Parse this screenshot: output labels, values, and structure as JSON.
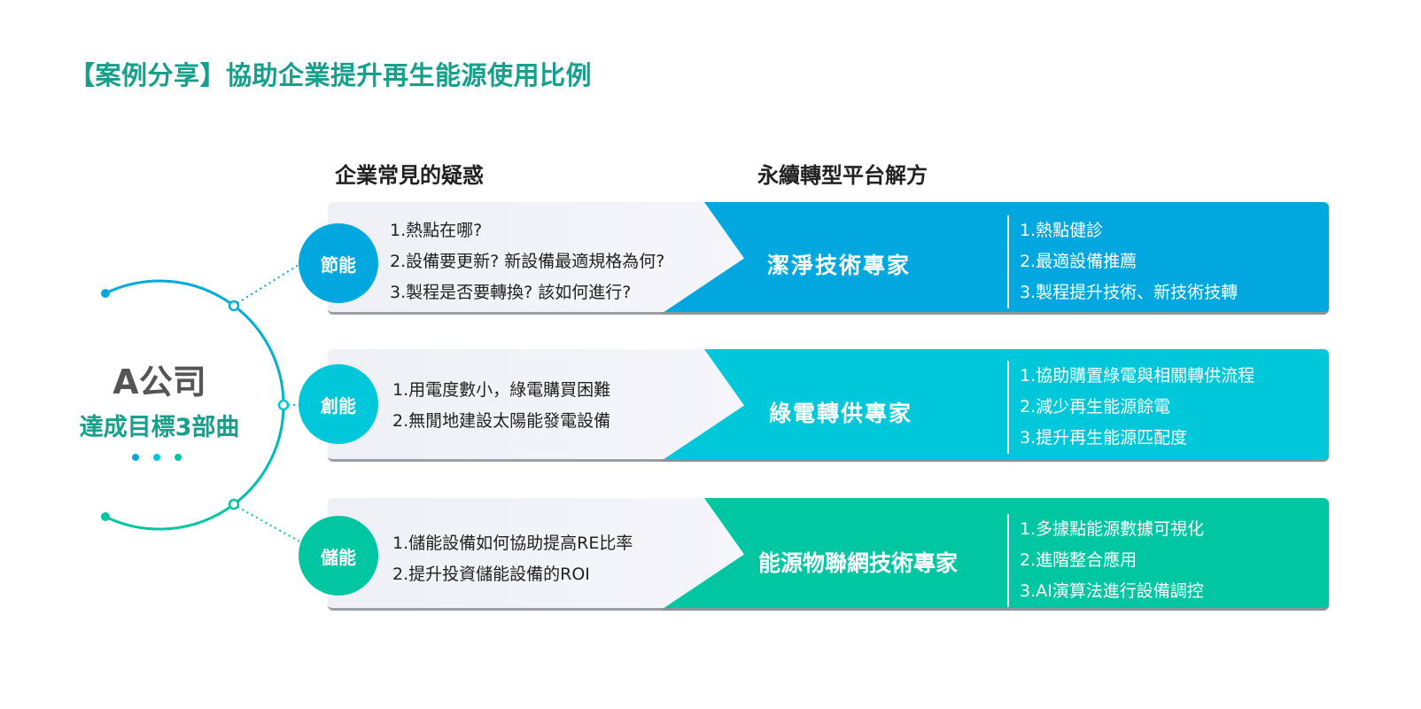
{
  "title": "【案例分享】協助企業提升再生能源使用比例",
  "headers": {
    "questions": "企業常見的疑惑",
    "solutions": "永續轉型平台解方"
  },
  "center": {
    "company": "A公司",
    "goal": "達成目標3部曲"
  },
  "colors": {
    "blue": "#00a8df",
    "cyan": "#00c8da",
    "green": "#00c6a1",
    "title": "#16a08c"
  },
  "rows": [
    {
      "tag": "節能",
      "questions": [
        "1.熱點在哪?",
        "2.設備要更新? 新設備最適規格為何?",
        "3.製程是否要轉換? 該如何進行?"
      ],
      "solution": "潔淨技術專家",
      "items": [
        "1.熱點健診",
        "2.最適設備推薦",
        "3.製程提升技術、新技術技轉"
      ]
    },
    {
      "tag": "創能",
      "questions": [
        "1.用電度數小，綠電購買困難",
        "2.無閒地建設太陽能發電設備"
      ],
      "solution": "綠電轉供專家",
      "items": [
        "1.協助購置綠電與相關轉供流程",
        "2.減少再生能源餘電",
        "3.提升再生能源匹配度"
      ]
    },
    {
      "tag": "儲能",
      "questions": [
        "1.儲能設備如何協助提高RE比率",
        "2.提升投資儲能設備的ROI"
      ],
      "solution": "能源物聯網技術專家",
      "items": [
        "1.多據點能源數據可視化",
        "2.進階整合應用",
        "3.AI演算法進行設備調控"
      ]
    }
  ]
}
